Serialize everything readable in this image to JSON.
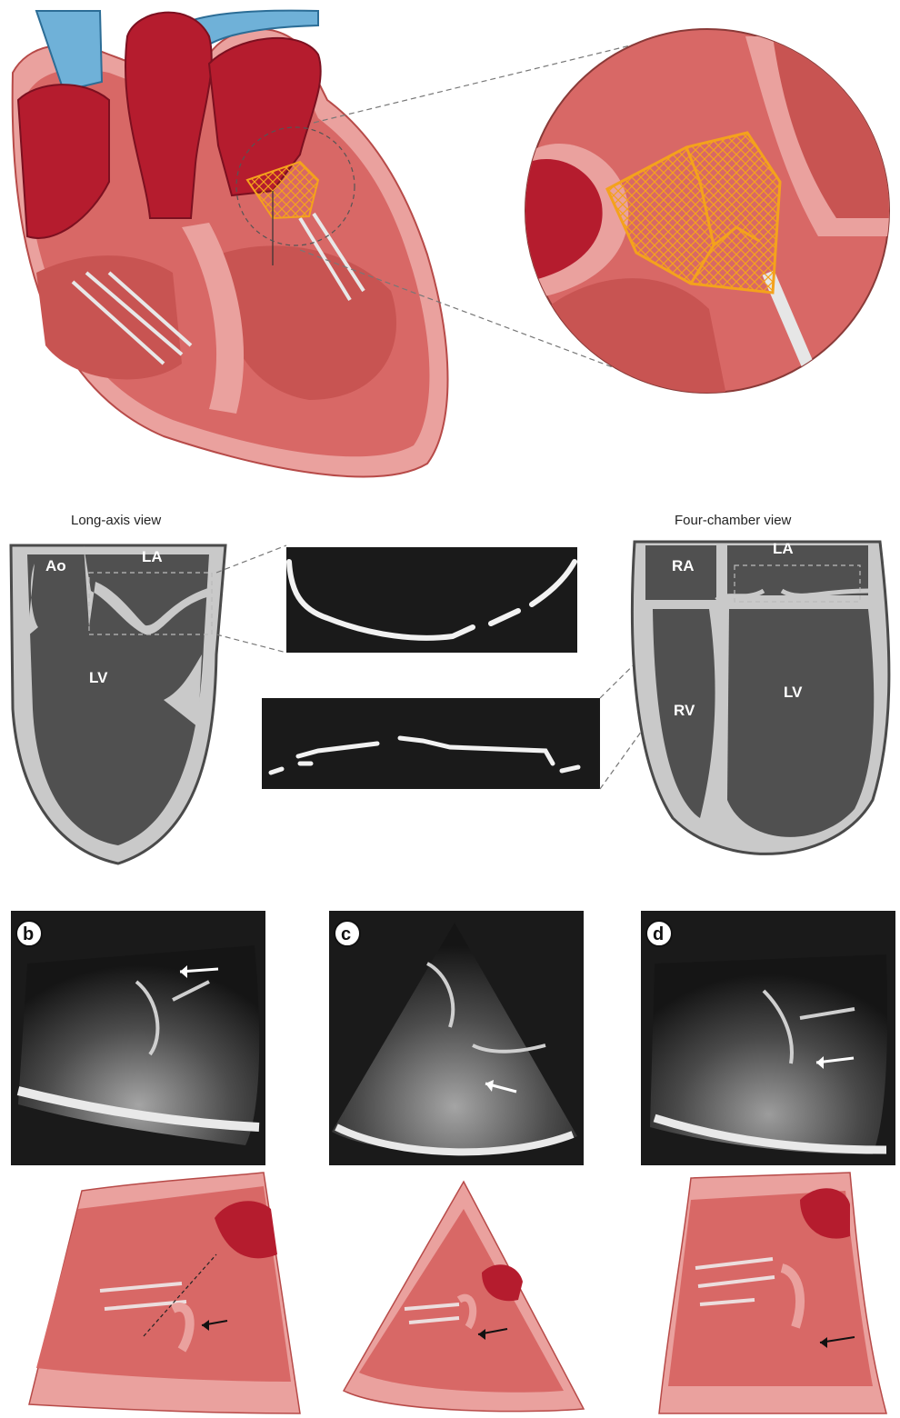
{
  "colors": {
    "tissue": "#d86866",
    "tissue_dark": "#c0443f",
    "tissue_light": "#eaa19e",
    "blood": "#b51c2e",
    "vessel_blue": "#6fb1d8",
    "mesh_orange": "#f4a21c",
    "chamber_dark": "#505050",
    "wall_gray": "#c9c9c9",
    "echo_bg": "#1a1a1a"
  },
  "section_a": {
    "icons": [
      "heart-cross-section-icon",
      "magnifier-circle-icon",
      "valve-mesh-icon"
    ]
  },
  "section_echo_views": {
    "long_axis": {
      "title": "Long-axis view",
      "labels": {
        "ao": "Ao",
        "la": "LA",
        "lv": "LV"
      }
    },
    "four_chamber": {
      "title": "Four-chamber view",
      "labels": {
        "ra": "RA",
        "la": "LA",
        "rv": "RV",
        "lv": "LV"
      }
    }
  },
  "panels": [
    {
      "letter": "b"
    },
    {
      "letter": "c"
    },
    {
      "letter": "d"
    }
  ]
}
